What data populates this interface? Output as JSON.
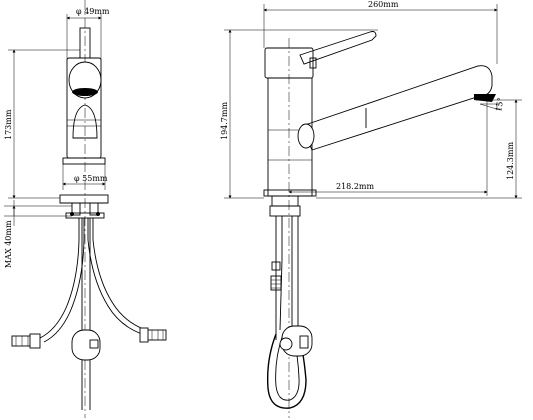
{
  "drawing": {
    "dimensions": {
      "front_top_diameter": "φ 49mm",
      "front_base_diameter": "φ 55mm",
      "front_height": "173mm",
      "front_max_thickness": "MAX 40mm",
      "side_total_width": "260mm",
      "side_total_height": "194.7mm",
      "side_spout_height": "124.3mm",
      "side_spout_reach": "218.2mm",
      "side_angle": "15°"
    }
  }
}
